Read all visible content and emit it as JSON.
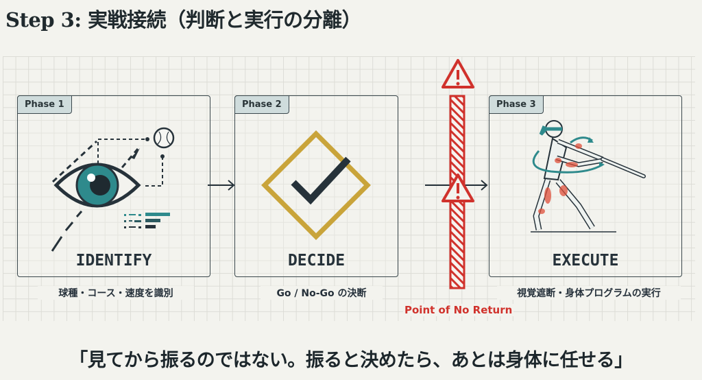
{
  "title": "Step 3: 実戦接続（判断と実行の分離）",
  "phases": [
    {
      "tab": "Phase 1",
      "name": "IDENTIFY",
      "caption": "球種・コース・速度を識別",
      "icon": "eye-tracking-ball-icon"
    },
    {
      "tab": "Phase 2",
      "name": "DECIDE",
      "caption": "Go / No-Go の決断",
      "icon": "checkmark-diamond-icon"
    },
    {
      "tab": "Phase 3",
      "name": "EXECUTE",
      "caption": "視覚遮断・身体プログラムの実行",
      "icon": "blindfolded-batter-icon"
    }
  ],
  "barrier": {
    "label": "Point of No Return",
    "icon": "warning-triangle-icon"
  },
  "quote": "「見てから振るのではない。振ると決めたら、あとは身体に任せる」",
  "colors": {
    "teal": "#2e8a8c",
    "gold": "#c9a43a",
    "red": "#d0322c",
    "dark": "#26323a"
  }
}
